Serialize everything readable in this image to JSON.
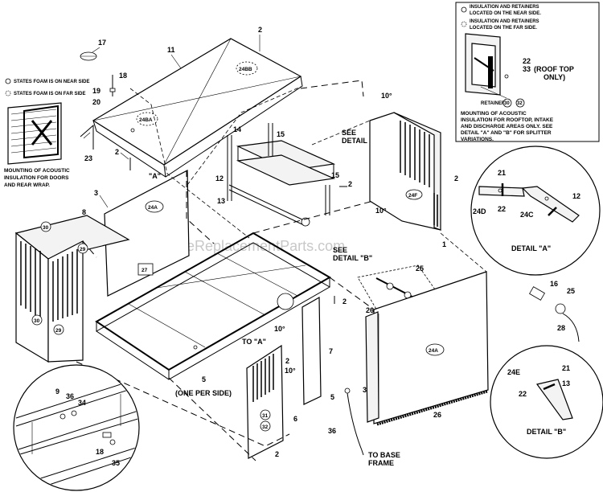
{
  "watermark": "eReplacementParts.com",
  "legend": {
    "near_label": "STATES FOAM IS ON NEAR SIDE",
    "far_label": "STATES FOAM IS ON FAR SIDE"
  },
  "notes": {
    "acoustic_doors": [
      "MOUNTING OF ACOUSTIC",
      "INSULATION FOR DOORS",
      "AND REAR WRAP."
    ],
    "box_near": [
      "INSULATION AND RETAINERS",
      "LOCATED ON THE NEAR SIDE."
    ],
    "box_far": [
      "INSULATION AND RETAINERS",
      "LOCATED ON THE FAR SIDE."
    ],
    "roof_top": [
      "(ROOF TOP",
      "ONLY)"
    ],
    "retainer": "RETAINER",
    "acoustic_rooftop": [
      "MOUNTING OF ACOUSTIC",
      "INSULATION FOR ROOFTOP, INTAKE",
      "AND DISCHARGE AREAS ONLY. SEE",
      "DETAIL \"A\" AND \"B\" FOR SPLITTER",
      "VARIATIONS."
    ]
  },
  "callouts": {
    "see_detail_a": [
      "SEE",
      "DETAIL \"A\""
    ],
    "see_detail_b": [
      "SEE",
      "DETAIL \"B\""
    ],
    "detail_a": "DETAIL \"A\"",
    "detail_b": "DETAIL \"B\"",
    "one_per_side": "(ONE PER SIDE)",
    "to_a_mid": "TO \"A\"",
    "to_a_roof": "\"A\"",
    "to_base_frame": [
      "TO BASE",
      "FRAME"
    ]
  },
  "part_numbers": {
    "p1": "1",
    "p2a": "2",
    "p2b": "2",
    "p2c": "2",
    "p2d": "2",
    "p2e": "2",
    "p2f": "2",
    "p2g": "2",
    "p3a": "3",
    "p3b": "3",
    "p5a": "5",
    "p5b": "5",
    "p6": "6",
    "p7": "7",
    "p8": "8",
    "p9": "9",
    "p10a": "10°",
    "p10b": "10°",
    "p10c": "10°",
    "p10d": "10°",
    "p11": "11",
    "p12a": "12",
    "p12b": "12",
    "p13a": "13",
    "p13b": "13",
    "p14": "14",
    "p15a": "15",
    "p15b": "15",
    "p16": "16",
    "p17": "17",
    "p18a": "18",
    "p18b": "18",
    "p19": "19",
    "p20": "20",
    "p21a": "21",
    "p21b": "21",
    "p22a": "22",
    "p22b": "22",
    "p22c": "22",
    "p23": "23",
    "p24c": "24C",
    "p24d": "24D",
    "p24e": "24E",
    "p25a": "25",
    "p25b": "25",
    "p26a": "26",
    "p26b": "26",
    "p28": "28",
    "p33": "33",
    "p34": "34",
    "p35": "35",
    "p36a": "36",
    "p36b": "36"
  },
  "circled_labels": {
    "c24bb": "24BB",
    "c24ba": "24BA",
    "c24a1": "24A",
    "c24a2": "24A",
    "c24f": "24F",
    "c27": "27",
    "c29a": "29",
    "c29b": "29",
    "c30a": "30",
    "c30b": "30",
    "c30c": "30",
    "c31": "31",
    "c32a": "32",
    "c32b": "32"
  }
}
